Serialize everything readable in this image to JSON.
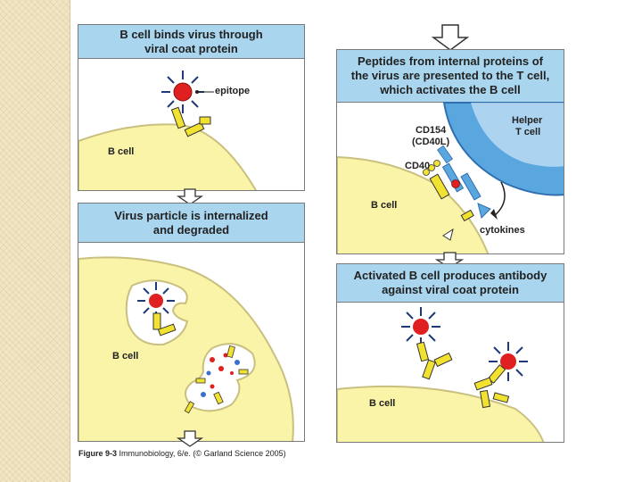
{
  "panels": {
    "p1": {
      "title_line1": "B cell binds virus through",
      "title_line2": "viral coat protein",
      "epitope_label": "epitope",
      "cell_label": "B cell"
    },
    "p2": {
      "title_line1": "Virus particle is internalized",
      "title_line2": "and degraded",
      "cell_label": "B cell"
    },
    "p3": {
      "title_line1": "Peptides from internal proteins of",
      "title_line2": "the virus are presented to the T cell,",
      "title_line3": "which activates the B cell",
      "helper_label_1": "Helper",
      "helper_label_2": "T cell",
      "cd154_label_1": "CD154",
      "cd154_label_2": "(CD40L)",
      "cd40_label": "CD40",
      "cell_label": "B cell",
      "cytokines_label": "cytokines"
    },
    "p4": {
      "title_line1": "Activated B cell produces antibody",
      "title_line2": "against viral coat protein",
      "cell_label": "B cell"
    }
  },
  "caption": {
    "figure": "Figure 9-3",
    "text": "Immunobiology, 6/e. (© Garland Science 2005)"
  },
  "colors": {
    "header": "#a9d6ee",
    "cell": "#faf4a8",
    "cell_edge": "#c9c080",
    "virus": "#e02020",
    "spike": "#1e3a78",
    "antibody": "#f2e230",
    "tcell": "#5aa7e0",
    "tcell_edge": "#2f6fb0"
  },
  "icons": [
    "down-arrow-icon",
    "virus-icon",
    "antibody-icon",
    "cytokine-arrow-icon"
  ]
}
